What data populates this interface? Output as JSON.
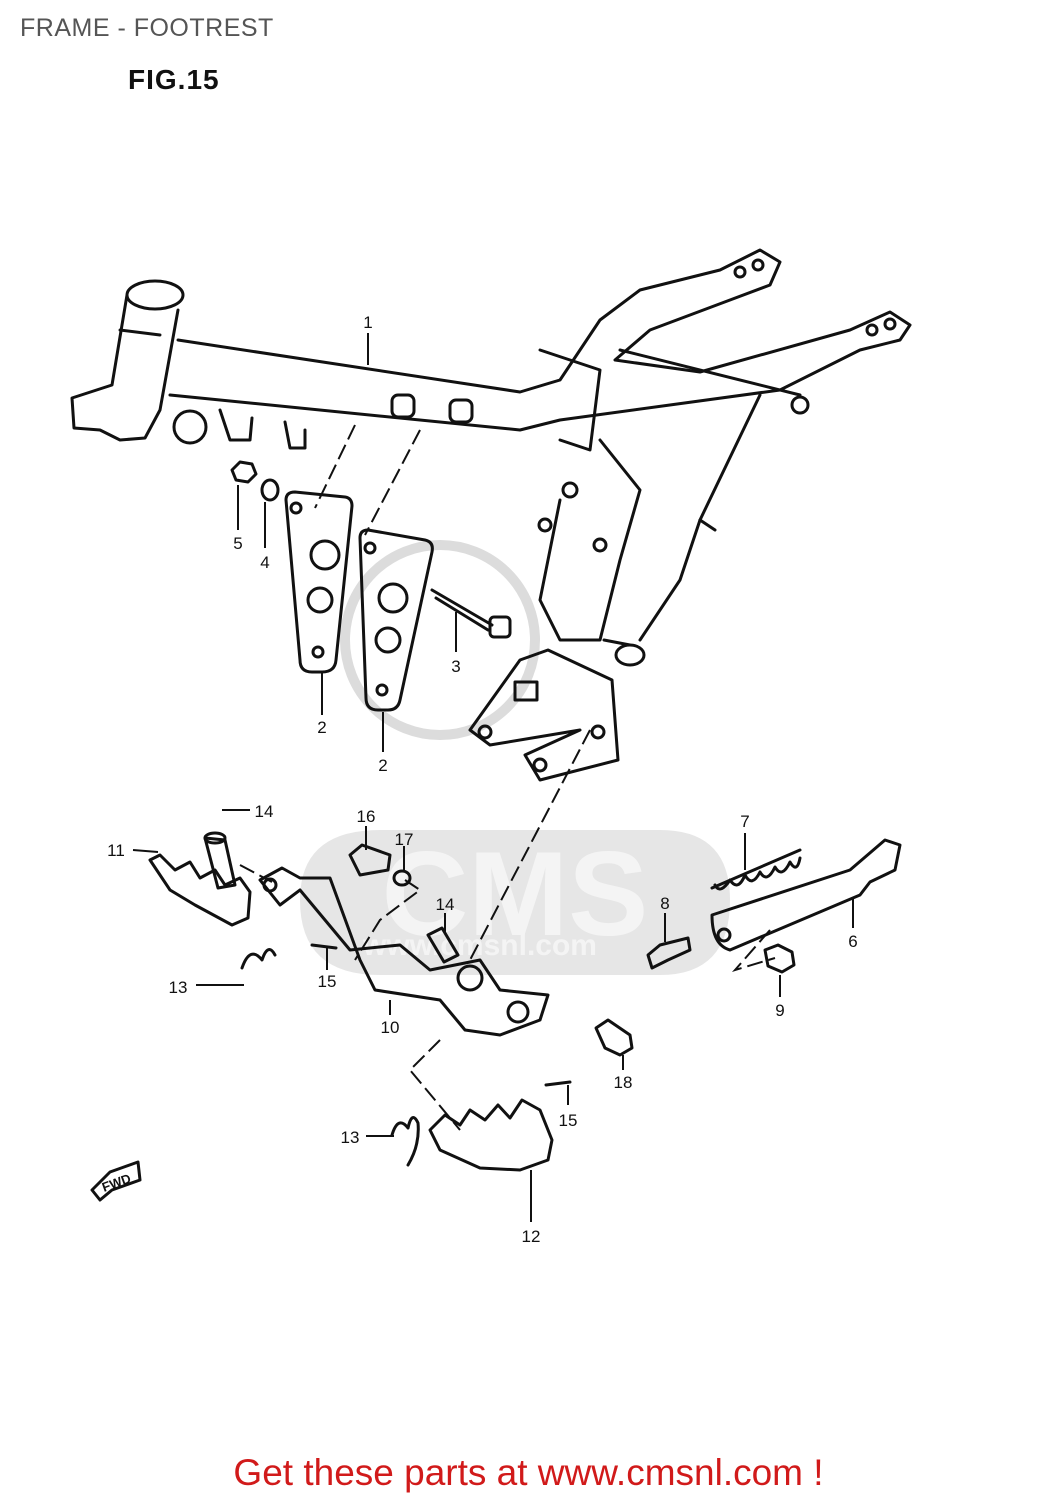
{
  "page_title": "FRAME - FOOTREST",
  "figure_label": "FIG.15",
  "fwd_label": "FWD",
  "watermark": {
    "text": "CMS",
    "url": "www.cmsnl.com"
  },
  "callouts": [
    "1",
    "2",
    "2",
    "3",
    "4",
    "5",
    "6",
    "7",
    "8",
    "9",
    "10",
    "11",
    "12",
    "13",
    "13",
    "14",
    "14",
    "15",
    "15",
    "16",
    "17",
    "18"
  ],
  "footer": "Get these parts at www.cmsnl.com !",
  "colors": {
    "line": "#111111",
    "footer": "#d11a1a",
    "title": "#555555",
    "watermark": "#d9d9d9"
  }
}
